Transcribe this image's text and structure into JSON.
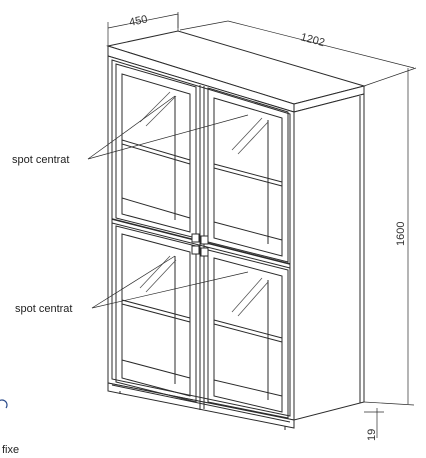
{
  "dimensions": {
    "depth": "450",
    "width": "1202",
    "height": "1600",
    "plinth": "19"
  },
  "callouts": {
    "upper": "spot centrat",
    "lower": "spot centrat"
  },
  "fragment_text": "fixe",
  "colors": {
    "line": "#2b2b2b",
    "glass_reflection": "#555555"
  }
}
